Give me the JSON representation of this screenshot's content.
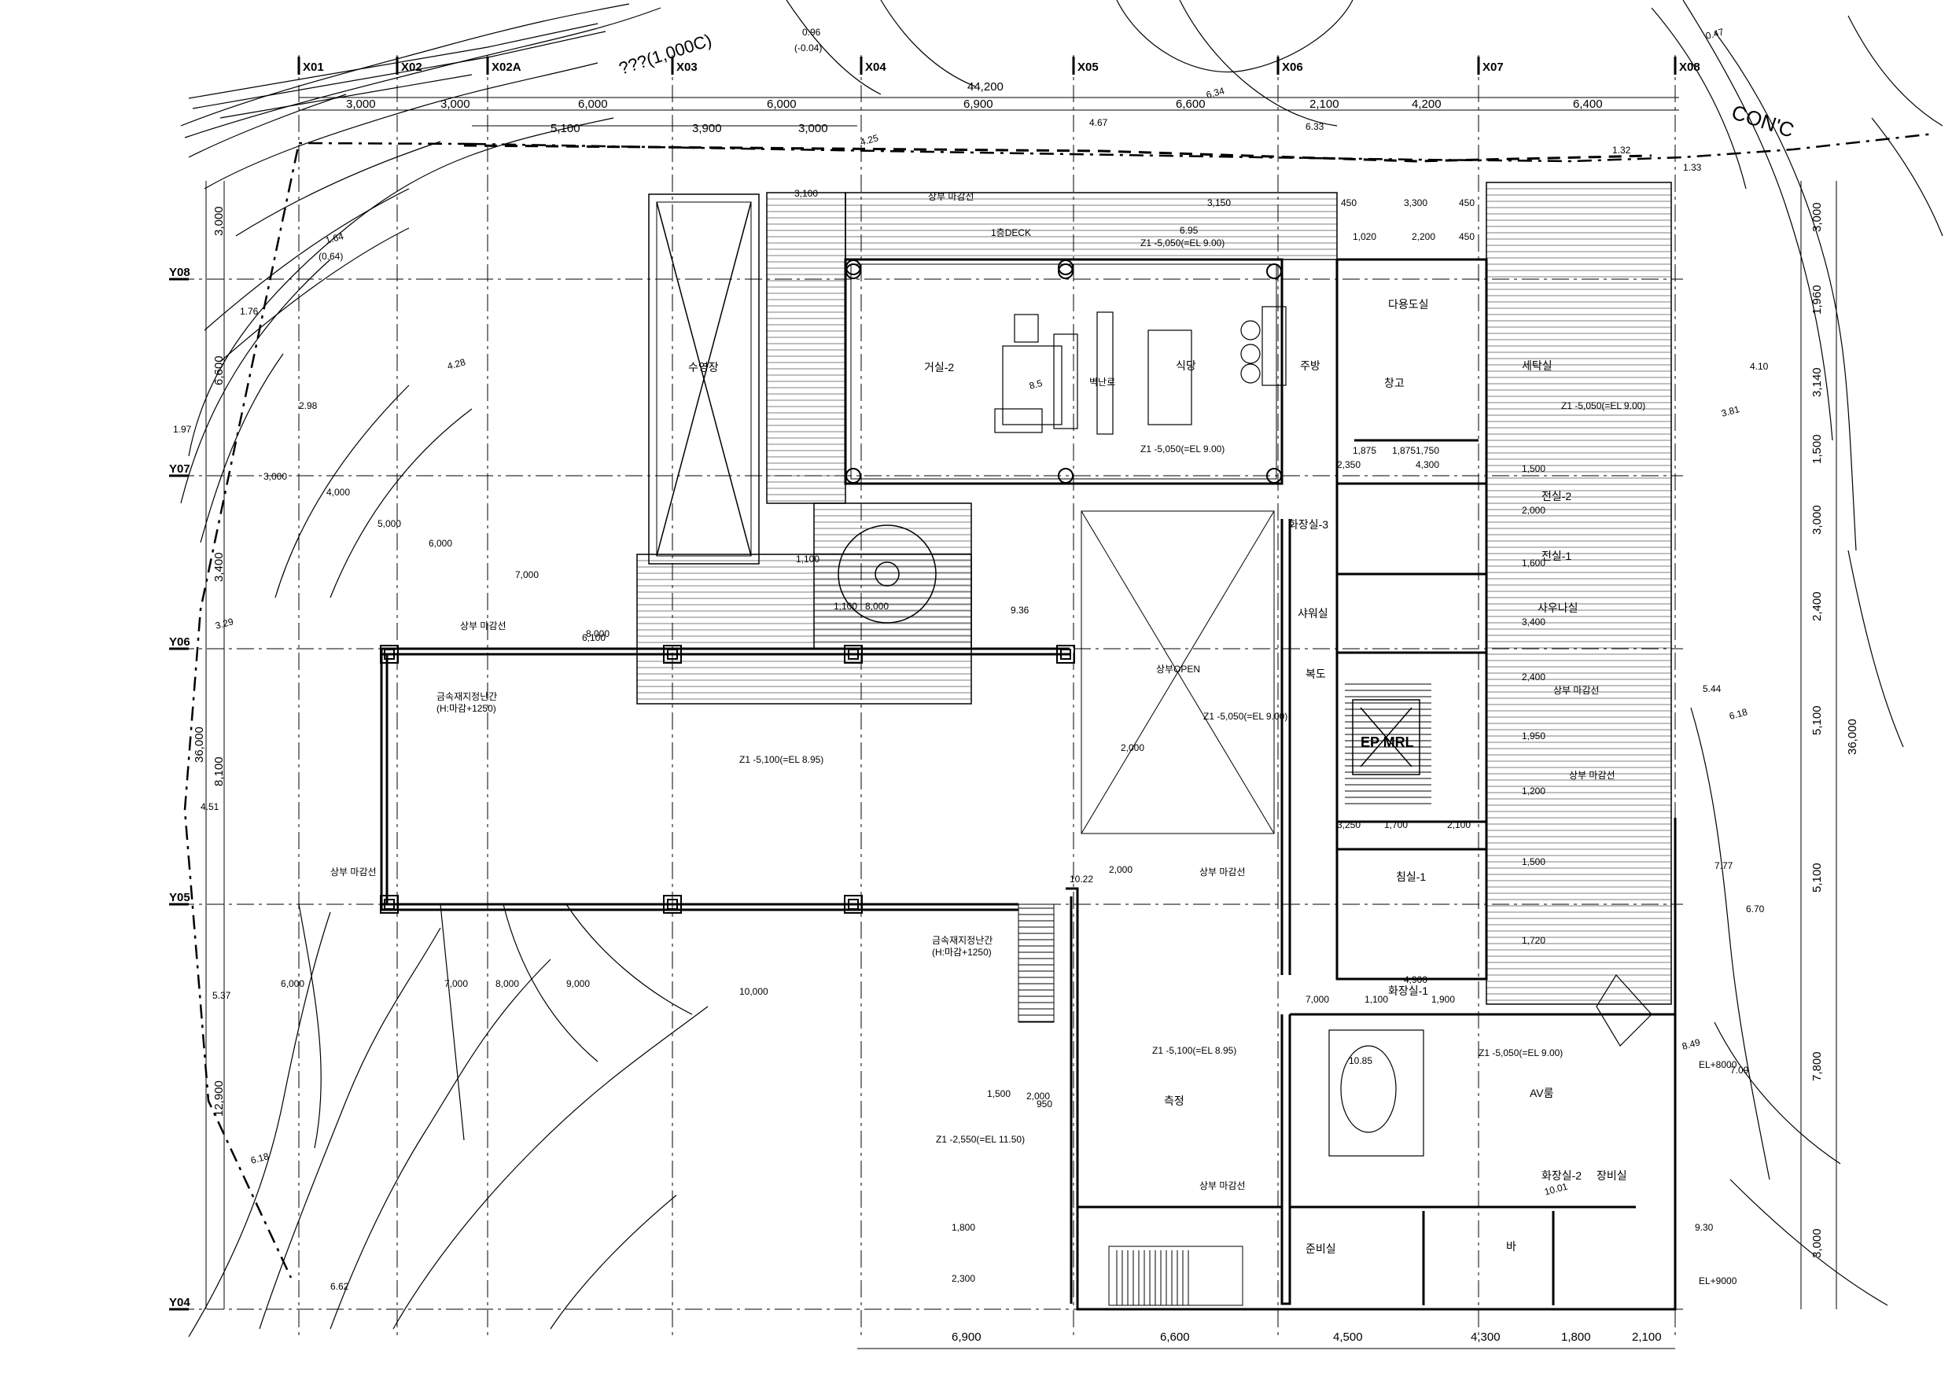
{
  "grid_x": [
    "X01",
    "X02",
    "X02A",
    "X03",
    "X04",
    "X05",
    "X06",
    "X07",
    "X08"
  ],
  "grid_y": [
    "Y08",
    "Y07",
    "Y06",
    "Y05",
    "Y04"
  ],
  "top_dims_row1": [
    "3,000",
    "3,000",
    "6,000",
    "6,000",
    "6,900",
    "6,600",
    "2,100",
    "4,200",
    "6,400"
  ],
  "top_dims_row2": [
    "5,100",
    "3,900",
    "3,000"
  ],
  "top_total": "44,200",
  "bottom_dims": [
    "6,900",
    "6,600",
    "4,500",
    "4,300",
    "1,800",
    "2,100"
  ],
  "right_dims": [
    "3,000",
    "1,960",
    "3,140",
    "1,500",
    "3,000",
    "2,400",
    "5,100",
    "5,100",
    "7,800",
    "3,000"
  ],
  "right_total": "36,000",
  "left_dims": [
    "3,000",
    "6,600",
    "3,400",
    "8,100",
    "12,900"
  ],
  "left_total": "36,000",
  "rooms": {
    "living2": "거실-2",
    "dining": "식당",
    "kitchen": "주방",
    "multipurpose": "다용도실",
    "storage": "창고",
    "laundry": "세탁실",
    "pool": "수영장",
    "fireplace": "벽난로",
    "powder3": "화장실-3",
    "dressing2": "전실-2",
    "dressing1": "전실-1",
    "shower": "샤워실",
    "sauna": "사우나실",
    "hall": "복도",
    "void": "상부OPEN",
    "elevator": "EP MRL",
    "bedroom1": "침실-1",
    "powder1": "화장실-1",
    "courtyard": "측정",
    "av_room": "AV룸",
    "powder2": "화장실-2",
    "equipment": "장비실",
    "pantry": "준비실",
    "bar": "바",
    "deck": "1층DECK"
  },
  "levels": {
    "deck": "Z1 -5,050(=EL 9.00)",
    "living": "Z1 -5,050(=EL 9.00)",
    "laundry": "Z1 -5,050(=EL 9.00)",
    "court": "Z1 -5,100(=EL 8.95)",
    "hall": "Z1 -5,050(=EL 9.00)",
    "yard": "Z1 -5,100(=EL 8.95)",
    "av": "Z1 -5,050(=EL 9.00)",
    "lower": "Z1 -2,550(=EL 11.50)",
    "el8000": "EL+8000",
    "el9000": "EL+9000"
  },
  "notes": {
    "upper_edge": "상부 마감선",
    "railing": "금속재지정난간",
    "railing_h": "(H:마감+1250)",
    "concrete": "CON'C",
    "retaining": "???(1,000C)"
  },
  "contours": [
    "1.64",
    "(0.64)",
    "1.76",
    "4.28",
    "2.98",
    "1.97",
    "3.29",
    "4.51",
    "5.37",
    "6.18",
    "6.62",
    "6.95",
    "6.34",
    "6.33",
    "4.67",
    "4.25",
    "0.96",
    "(-0.04)",
    "0.47",
    "1.32",
    "1.33",
    "3.81",
    "4.10",
    "5.44",
    "6.18",
    "7.77",
    "6.70",
    "8.49",
    "7.09",
    "9.30",
    "10.01",
    "10.22",
    "9.36",
    "8.5",
    "10.85"
  ],
  "ground_levels": [
    "3,000",
    "4,000",
    "5,000",
    "6,000",
    "7,000",
    "8,000",
    "7,000",
    "8,000",
    "9,000",
    "10,000",
    "6,000",
    "2,000"
  ],
  "misc_dims": [
    "3,100",
    "450",
    "3,300",
    "450",
    "1,020",
    "2,200",
    "450",
    "1,875",
    "1,875",
    "1,750",
    "2,350",
    "4,300",
    "4,900",
    "1,100",
    "1,100",
    "8,000",
    "6,100",
    "2,000",
    "2,000",
    "950",
    "3,250",
    "1,700",
    "2,100",
    "7,000",
    "1,100",
    "1,900",
    "1,500",
    "1,800",
    "2,300",
    "1,720",
    "1,950",
    "2,400",
    "3,400",
    "1,500",
    "1,200",
    "2,000",
    "1,600",
    "1,500",
    "3,150"
  ],
  "colors": {
    "line": "#000000",
    "background": "#ffffff"
  }
}
